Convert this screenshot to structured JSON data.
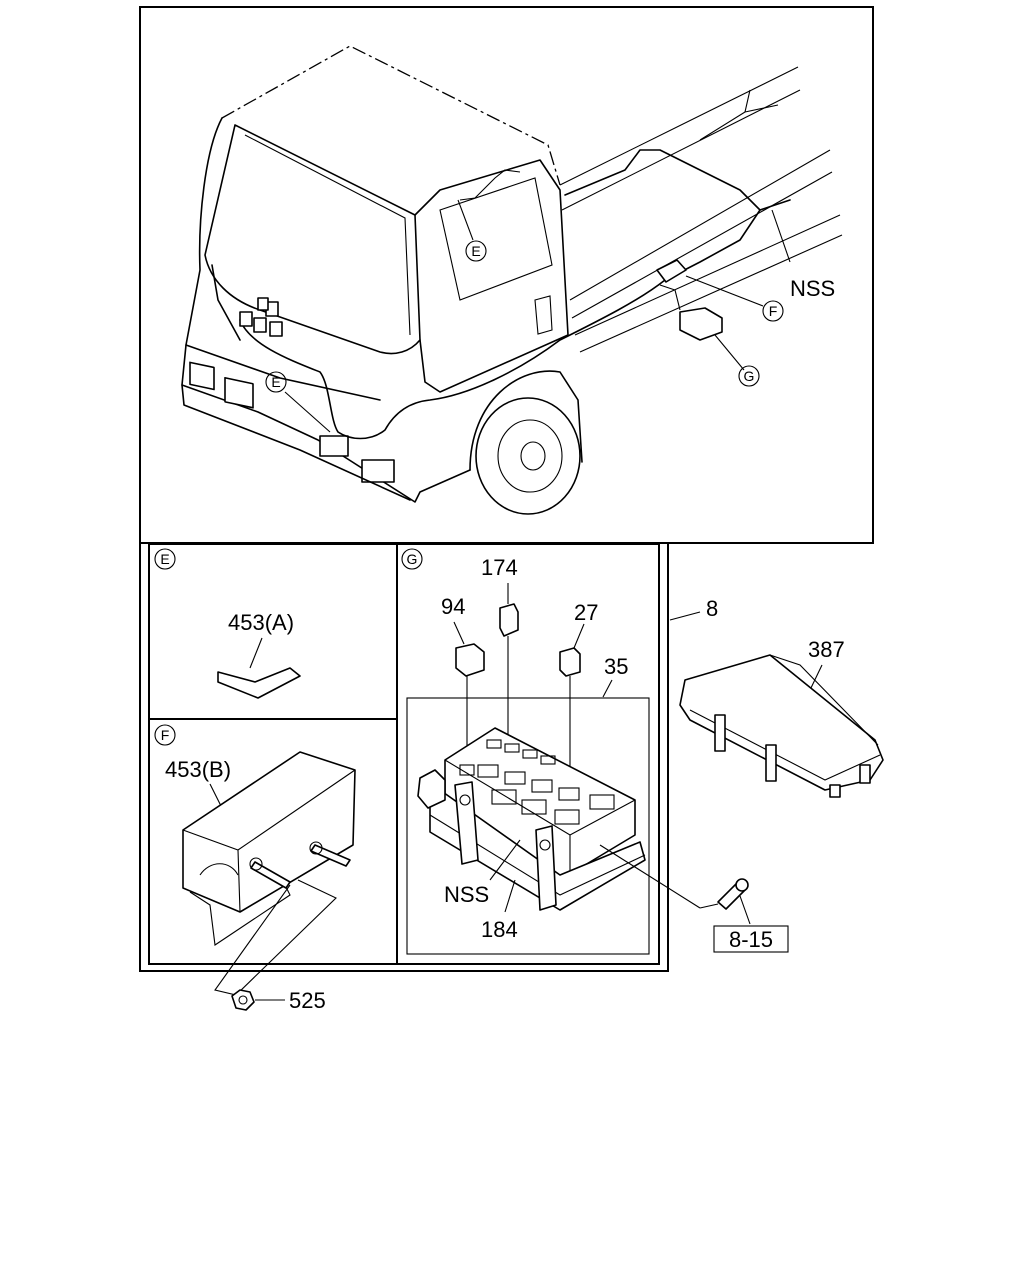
{
  "callouts": {
    "nss_main": "NSS",
    "f_main": "F",
    "g_main": "G",
    "e_main_upper": "E",
    "e_main_lower": "E"
  },
  "panels": {
    "e": {
      "letter": "E",
      "part": "453(A)"
    },
    "f": {
      "letter": "F",
      "part": "453(B)"
    },
    "g": {
      "letter": "G",
      "parts": {
        "p174": "174",
        "p94": "94",
        "p27": "27",
        "p35": "35",
        "nss": "NSS",
        "p184": "184"
      }
    }
  },
  "outside": {
    "p8": "8",
    "p387": "387",
    "p8_15": "8-15",
    "p525": "525"
  }
}
